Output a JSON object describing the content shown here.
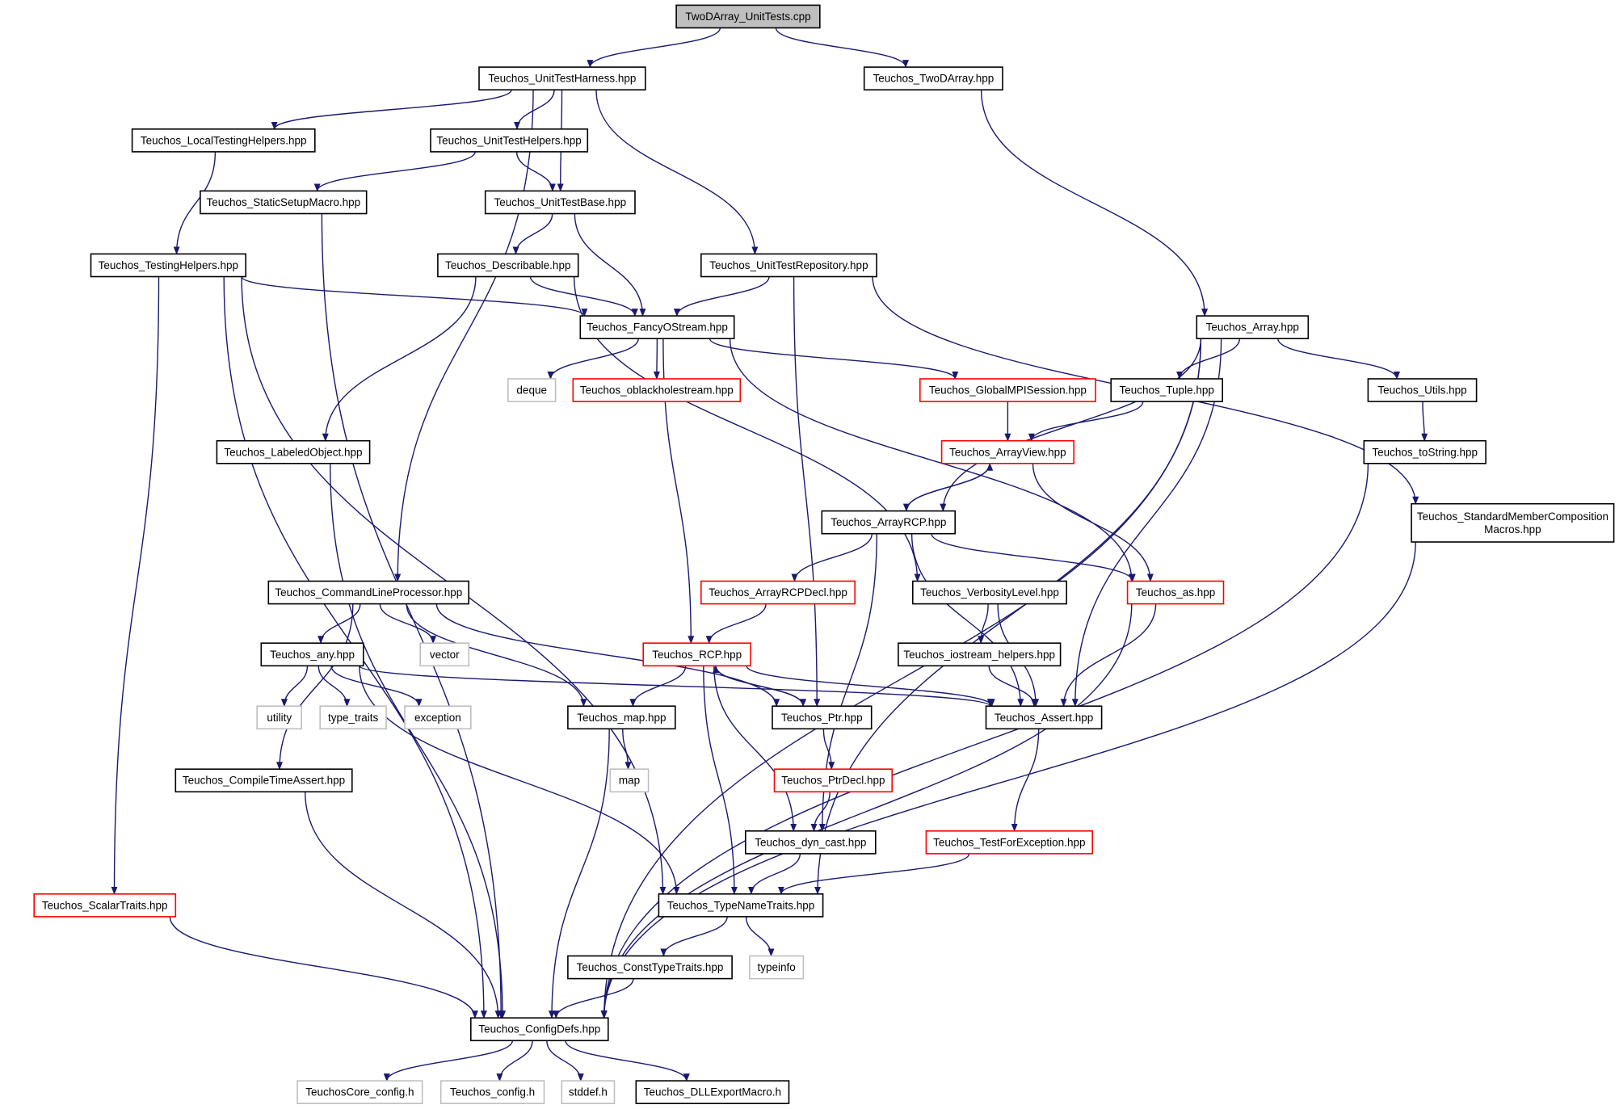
{
  "colors": {
    "edge": "#191970",
    "border_normal": "#000000",
    "border_truncated": "#ff0000",
    "border_external": "#bfbfbf",
    "root_fill": "#bfbfbf",
    "fill": "#ffffff"
  },
  "nodes": [
    {
      "id": "root",
      "label": "TwoDArray_UnitTests.cpp",
      "kind": "root"
    },
    {
      "id": "harness",
      "label": "Teuchos_UnitTestHarness.hpp",
      "kind": "normal"
    },
    {
      "id": "twodarray",
      "label": "Teuchos_TwoDArray.hpp",
      "kind": "normal"
    },
    {
      "id": "localtesting",
      "label": "Teuchos_LocalTestingHelpers.hpp",
      "kind": "normal"
    },
    {
      "id": "unittesthelpers",
      "label": "Teuchos_UnitTestHelpers.hpp",
      "kind": "normal"
    },
    {
      "id": "staticsetup",
      "label": "Teuchos_StaticSetupMacro.hpp",
      "kind": "normal"
    },
    {
      "id": "unittestbase",
      "label": "Teuchos_UnitTestBase.hpp",
      "kind": "normal"
    },
    {
      "id": "testinghelpers",
      "label": "Teuchos_TestingHelpers.hpp",
      "kind": "normal"
    },
    {
      "id": "describable",
      "label": "Teuchos_Describable.hpp",
      "kind": "normal"
    },
    {
      "id": "repository",
      "label": "Teuchos_UnitTestRepository.hpp",
      "kind": "normal"
    },
    {
      "id": "fancyostream",
      "label": "Teuchos_FancyOStream.hpp",
      "kind": "normal"
    },
    {
      "id": "array",
      "label": "Teuchos_Array.hpp",
      "kind": "normal"
    },
    {
      "id": "deque",
      "label": "deque",
      "kind": "external"
    },
    {
      "id": "oblackhole",
      "label": "Teuchos_oblackholestream.hpp",
      "kind": "truncated"
    },
    {
      "id": "globalmpi",
      "label": "Teuchos_GlobalMPISession.hpp",
      "kind": "truncated"
    },
    {
      "id": "tuple",
      "label": "Teuchos_Tuple.hpp",
      "kind": "normal"
    },
    {
      "id": "utils",
      "label": "Teuchos_Utils.hpp",
      "kind": "normal"
    },
    {
      "id": "labeledobject",
      "label": "Teuchos_LabeledObject.hpp",
      "kind": "normal"
    },
    {
      "id": "arrayview",
      "label": "Teuchos_ArrayView.hpp",
      "kind": "truncated"
    },
    {
      "id": "tostring",
      "label": "Teuchos_toString.hpp",
      "kind": "normal"
    },
    {
      "id": "arrayrcp",
      "label": "Teuchos_ArrayRCP.hpp",
      "kind": "normal"
    },
    {
      "id": "stdmember",
      "label": "Teuchos_StandardMemberComposition\nMacros.hpp",
      "kind": "normal"
    },
    {
      "id": "cmdline",
      "label": "Teuchos_CommandLineProcessor.hpp",
      "kind": "normal"
    },
    {
      "id": "arrayrcpdecl",
      "label": "Teuchos_ArrayRCPDecl.hpp",
      "kind": "truncated"
    },
    {
      "id": "verbosity",
      "label": "Teuchos_VerbosityLevel.hpp",
      "kind": "normal"
    },
    {
      "id": "as",
      "label": "Teuchos_as.hpp",
      "kind": "truncated"
    },
    {
      "id": "any",
      "label": "Teuchos_any.hpp",
      "kind": "normal"
    },
    {
      "id": "vector",
      "label": "vector",
      "kind": "external"
    },
    {
      "id": "rcp",
      "label": "Teuchos_RCP.hpp",
      "kind": "truncated"
    },
    {
      "id": "iostreamhelpers",
      "label": "Teuchos_iostream_helpers.hpp",
      "kind": "normal"
    },
    {
      "id": "utility",
      "label": "utility",
      "kind": "external"
    },
    {
      "id": "typetraits",
      "label": "type_traits",
      "kind": "external"
    },
    {
      "id": "exception",
      "label": "exception",
      "kind": "external"
    },
    {
      "id": "map_hpp",
      "label": "Teuchos_map.hpp",
      "kind": "normal"
    },
    {
      "id": "ptr",
      "label": "Teuchos_Ptr.hpp",
      "kind": "normal"
    },
    {
      "id": "assert",
      "label": "Teuchos_Assert.hpp",
      "kind": "normal"
    },
    {
      "id": "map",
      "label": "map",
      "kind": "external"
    },
    {
      "id": "compiletime",
      "label": "Teuchos_CompileTimeAssert.hpp",
      "kind": "normal"
    },
    {
      "id": "ptrdecl",
      "label": "Teuchos_PtrDecl.hpp",
      "kind": "truncated"
    },
    {
      "id": "dyncast",
      "label": "Teuchos_dyn_cast.hpp",
      "kind": "normal"
    },
    {
      "id": "testforexc",
      "label": "Teuchos_TestForException.hpp",
      "kind": "truncated"
    },
    {
      "id": "scalartraits",
      "label": "Teuchos_ScalarTraits.hpp",
      "kind": "truncated"
    },
    {
      "id": "typename",
      "label": "Teuchos_TypeNameTraits.hpp",
      "kind": "normal"
    },
    {
      "id": "consttype",
      "label": "Teuchos_ConstTypeTraits.hpp",
      "kind": "normal"
    },
    {
      "id": "typeinfo",
      "label": "typeinfo",
      "kind": "external"
    },
    {
      "id": "configdefs",
      "label": "Teuchos_ConfigDefs.hpp",
      "kind": "normal"
    },
    {
      "id": "coreconfig",
      "label": "TeuchosCore_config.h",
      "kind": "external"
    },
    {
      "id": "config",
      "label": "Teuchos_config.h",
      "kind": "external"
    },
    {
      "id": "stddef",
      "label": "stddef.h",
      "kind": "external"
    },
    {
      "id": "dllexport",
      "label": "Teuchos_DLLExportMacro.h",
      "kind": "normal"
    }
  ],
  "edges": [
    [
      "root",
      "harness"
    ],
    [
      "root",
      "twodarray"
    ],
    [
      "harness",
      "localtesting"
    ],
    [
      "harness",
      "unittesthelpers"
    ],
    [
      "harness",
      "unittestbase"
    ],
    [
      "harness",
      "repository"
    ],
    [
      "harness",
      "cmdline"
    ],
    [
      "twodarray",
      "array"
    ],
    [
      "localtesting",
      "testinghelpers"
    ],
    [
      "unittesthelpers",
      "staticsetup"
    ],
    [
      "unittesthelpers",
      "unittestbase"
    ],
    [
      "staticsetup",
      "configdefs"
    ],
    [
      "unittestbase",
      "describable"
    ],
    [
      "unittestbase",
      "fancyostream"
    ],
    [
      "testinghelpers",
      "fancyostream"
    ],
    [
      "testinghelpers",
      "scalartraits"
    ],
    [
      "testinghelpers",
      "configdefs"
    ],
    [
      "testinghelpers",
      "typename"
    ],
    [
      "describable",
      "fancyostream"
    ],
    [
      "describable",
      "labeledobject"
    ],
    [
      "describable",
      "verbosity"
    ],
    [
      "repository",
      "fancyostream"
    ],
    [
      "repository",
      "stdmember"
    ],
    [
      "repository",
      "ptr"
    ],
    [
      "fancyostream",
      "deque"
    ],
    [
      "fancyostream",
      "oblackhole"
    ],
    [
      "fancyostream",
      "globalmpi"
    ],
    [
      "fancyostream",
      "as"
    ],
    [
      "fancyostream",
      "rcp"
    ],
    [
      "array",
      "tuple"
    ],
    [
      "array",
      "utils"
    ],
    [
      "array",
      "arrayrcp"
    ],
    [
      "array",
      "assert"
    ],
    [
      "array",
      "typename"
    ],
    [
      "array",
      "configdefs"
    ],
    [
      "globalmpi",
      "arrayview"
    ],
    [
      "tuple",
      "arrayview"
    ],
    [
      "utils",
      "tostring"
    ],
    [
      "labeledobject",
      "configdefs"
    ],
    [
      "arrayview",
      "arrayrcp"
    ],
    [
      "arrayview",
      "as"
    ],
    [
      "tostring",
      "configdefs"
    ],
    [
      "arrayrcp",
      "arrayview"
    ],
    [
      "arrayrcp",
      "arrayrcpdecl"
    ],
    [
      "arrayrcp",
      "as"
    ],
    [
      "arrayrcp",
      "assert"
    ],
    [
      "arrayrcp",
      "dyncast"
    ],
    [
      "stdmember",
      "configdefs"
    ],
    [
      "cmdline",
      "any"
    ],
    [
      "cmdline",
      "vector"
    ],
    [
      "cmdline",
      "map_hpp"
    ],
    [
      "cmdline",
      "ptr"
    ],
    [
      "cmdline",
      "compiletime"
    ],
    [
      "arrayrcpdecl",
      "rcp"
    ],
    [
      "verbosity",
      "iostreamhelpers"
    ],
    [
      "verbosity",
      "assert"
    ],
    [
      "as",
      "assert"
    ],
    [
      "as",
      "configdefs"
    ],
    [
      "any",
      "utility"
    ],
    [
      "any",
      "typetraits"
    ],
    [
      "any",
      "exception"
    ],
    [
      "any",
      "assert"
    ],
    [
      "any",
      "typename"
    ],
    [
      "rcp",
      "map_hpp"
    ],
    [
      "rcp",
      "ptr"
    ],
    [
      "rcp",
      "assert"
    ],
    [
      "rcp",
      "dyncast"
    ],
    [
      "rcp",
      "typename"
    ],
    [
      "iostreamhelpers",
      "assert"
    ],
    [
      "map_hpp",
      "map"
    ],
    [
      "map_hpp",
      "configdefs"
    ],
    [
      "ptr",
      "rcp"
    ],
    [
      "ptr",
      "ptrdecl"
    ],
    [
      "assert",
      "testforexc"
    ],
    [
      "compiletime",
      "configdefs"
    ],
    [
      "ptrdecl",
      "dyncast"
    ],
    [
      "dyncast",
      "typename"
    ],
    [
      "testforexc",
      "typename"
    ],
    [
      "scalartraits",
      "configdefs"
    ],
    [
      "typename",
      "consttype"
    ],
    [
      "typename",
      "typeinfo"
    ],
    [
      "consttype",
      "configdefs"
    ],
    [
      "configdefs",
      "coreconfig"
    ],
    [
      "configdefs",
      "config"
    ],
    [
      "configdefs",
      "stddef"
    ],
    [
      "configdefs",
      "dllexport"
    ]
  ]
}
